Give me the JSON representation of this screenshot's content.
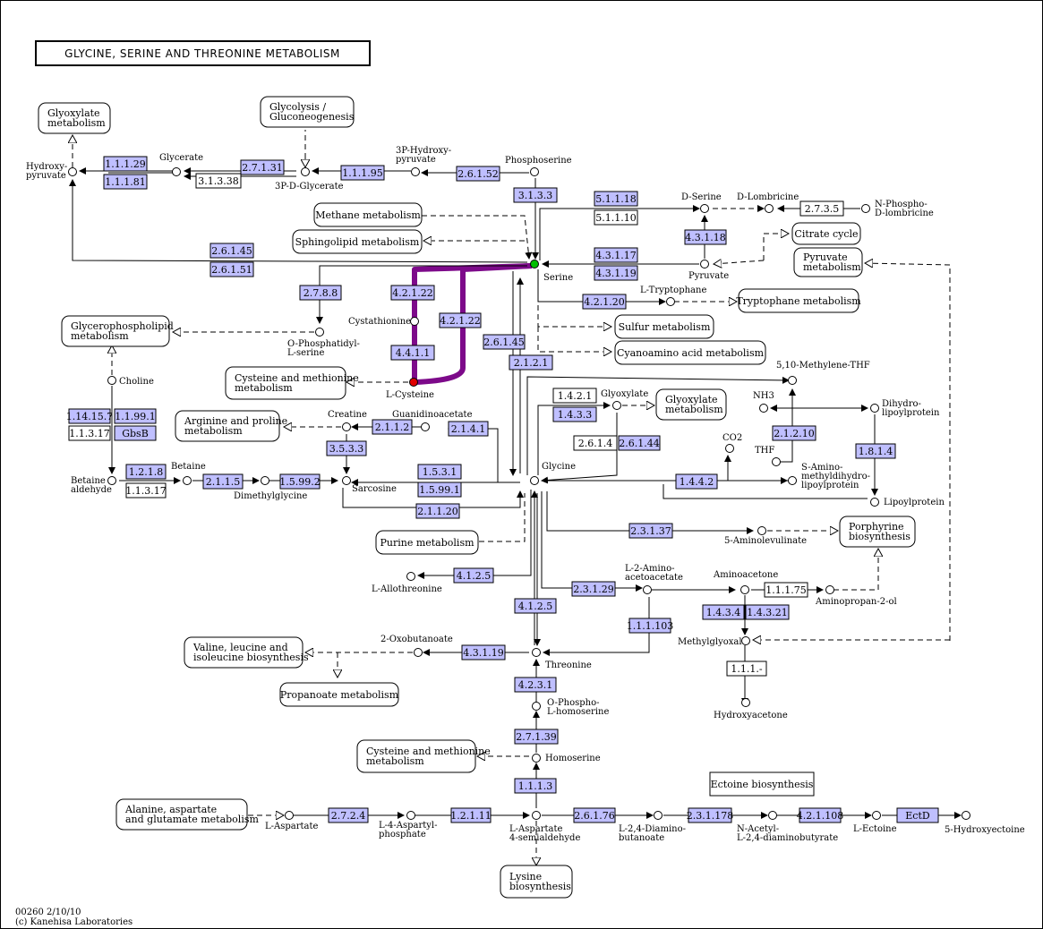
{
  "title": "GLYCINE, SERINE AND THREONINE METABOLISM",
  "footer": {
    "id": "00260 2/10/10",
    "copyright": "(c) Kanehisa Laboratories"
  },
  "colors": {
    "enzyme_fill": "#bfbfff",
    "highlight_path": "#7d0a8a",
    "serine_node": "#00c000",
    "cysteine_node": "#e00000"
  },
  "maps": [
    "Glyoxylate metabolism",
    "Glycolysis / Gluconeogenesis",
    "Methane metabolism",
    "Sphingolipid metabolism",
    "Citrate cycle",
    "Pyruvate metabolism",
    "Tryptophane metabolism",
    "Sulfur metabolism",
    "Cyanoamino acid metabolism",
    "Glycerophospholipid metabolism",
    "Cysteine and methionine metabolism",
    "Glyoxylate metabolism",
    "Arginine and proline metabolism",
    "Porphyrine biosynthesis",
    "Purine metabolism",
    "Valine, leucine and isoleucine biosynthesis",
    "Propanoate metabolism",
    "Cysteine and methionine metabolism",
    "Ectoine biosynthesis",
    "Alanine, aspartate and glutamate metabolism",
    "Lysine biosynthesis"
  ],
  "enzymes": [
    "1.1.1.29",
    "1.1.1.81",
    "2.7.1.31",
    "3.1.3.38",
    "1.1.1.95",
    "2.6.1.52",
    "3.1.3.3",
    "5.1.1.18",
    "5.1.1.10",
    "2.7.3.5",
    "4.3.1.18",
    "4.3.1.17",
    "4.3.1.19",
    "2.6.1.45",
    "2.6.1.51",
    "2.7.8.8",
    "4.2.1.22",
    "4.2.1.22",
    "4.4.1.1",
    "4.2.1.20",
    "2.6.1.45",
    "2.1.2.1",
    "1.4.2.1",
    "1.4.3.3",
    "2.6.1.4",
    "2.6.1.44",
    "2.1.2.10",
    "1.8.1.4",
    "1.4.4.2",
    "1.14.15.7",
    "1.1.99.1",
    "1.1.3.17",
    "GbsB",
    "2.1.1.2",
    "2.1.4.1",
    "3.5.3.3",
    "1.2.1.8",
    "1.1.3.17",
    "2.1.1.5",
    "1.5.99.2",
    "1.5.3.1",
    "1.5.99.1",
    "2.1.1.20",
    "2.3.1.37",
    "4.1.2.5",
    "4.1.2.5",
    "2.3.1.29",
    "1.1.1.75",
    "1.1.1.103",
    "1.4.3.4",
    "1.4.3.21",
    "1.1.1.-",
    "4.3.1.19",
    "4.2.3.1",
    "2.7.1.39",
    "1.1.1.3",
    "2.7.2.4",
    "1.2.1.11",
    "2.6.1.76",
    "2.3.1.178",
    "4.2.1.108",
    "EctD"
  ],
  "compounds": [
    "Hydroxy-pyruvate",
    "Glycerate",
    "3P-D-Glycerate",
    "3P-Hydroxy-pyruvate",
    "Phosphoserine",
    "D-Serine",
    "D-Lombricine",
    "N-Phospho-D-lombricine",
    "Serine",
    "Pyruvate",
    "L-Tryptophane",
    "Cystathionine",
    "O-Phosphatidyl-L-serine",
    "L-Cysteine",
    "Choline",
    "5,10-Methylene-THF",
    "NH3",
    "Glyoxylate",
    "Dihydro-lipoylprotein",
    "CO2",
    "THF",
    "S-Amino-methyldihydro-lipoylprotein",
    "Lipoylprotein",
    "Creatine",
    "Guanidinoacetate",
    "Betaine",
    "Betaine aldehyde",
    "Dimethylglycine",
    "Sarcosine",
    "Glycine",
    "5-Aminolevulinate",
    "L-Allothreonine",
    "L-2-Amino-acetoacetate",
    "Aminoacetone",
    "Aminopropan-2-ol",
    "Methylglyoxal",
    "Hydroxyacetone",
    "2-Oxobutanoate",
    "Threonine",
    "O-Phospho-L-homoserine",
    "Homoserine",
    "L-Aspartate",
    "L-4-Aspartyl-phosphate",
    "L-Aspartate 4-semialdehyde",
    "L-2,4-Diamino-butanoate",
    "N-Acetyl-L-2,4-diaminobutyrate",
    "L-Ectoine",
    "5-Hydroxyectoine"
  ]
}
